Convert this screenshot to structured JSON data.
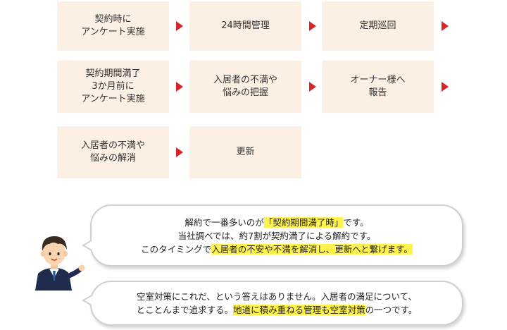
{
  "flow": {
    "steps": [
      "契約時に\nアンケート実施",
      "24時間管理",
      "定期巡回",
      "契約期間満了\n3か月前に\nアンケート実施",
      "入居者の不満や\n悩みの把握",
      "オーナー様へ\n報告",
      "入居者の不満や\n悩みの解消",
      "更新"
    ]
  },
  "bubble1": {
    "line1_a": "解約で一番多いのが",
    "line1_hl": "「契約期間満了時」",
    "line1_b": "です。",
    "line2": "当社調べでは、約7割が契約満了による解約です。",
    "line3_a": "このタイミングで",
    "line3_hl": "入居者の不安や不満を解消し、更新へと繋げます。"
  },
  "bubble2": {
    "line1": "空室対策にこれだ、という答えはありません。入居者の満足について、",
    "line2_a": "とことんまで追求する。",
    "line2_hl": "地道に積み重ねる管理も空室対策",
    "line2_b": "の一つです。"
  },
  "colors": {
    "step_bg": "#fcefe3",
    "arrow": "#d9242a",
    "highlight": "#fff24a",
    "suit": "#1f2c4d"
  }
}
